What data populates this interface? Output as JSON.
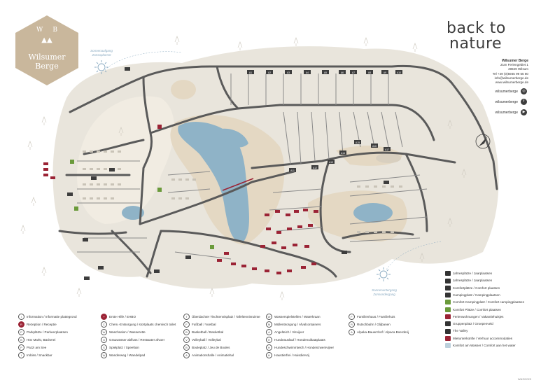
{
  "brand": {
    "line1": "back to",
    "line2": "nature"
  },
  "logo": {
    "initial_w": "W",
    "initial_b": "B",
    "name_line1": "Wilsumer",
    "name_line2": "Berge"
  },
  "contact": {
    "name": "Wilsumer Berge",
    "street": "Zum Feriengebiet 1",
    "city": "49849 Wilsum",
    "phone": "Tel +49 (0)5945 99 55 80",
    "email": "info@wilsumerberge.de",
    "web": "www.wilsumerberge.de"
  },
  "social": [
    {
      "label": "wilsumerberge",
      "icon": "instagram-icon"
    },
    {
      "label": "wilsumerberge",
      "icon": "facebook-icon"
    },
    {
      "label": "wilsumerberge",
      "icon": "youtube-icon"
    }
  ],
  "sun_labels": [
    {
      "line1": "Sonnenaufgang",
      "line2": "Zonsopkomst"
    },
    {
      "line1": "Sonnenuntergang",
      "line2": "Zonsondergang"
    }
  ],
  "legend_columns": [
    [
      {
        "icon": "i",
        "style": "",
        "label": "Information / Informatie plattegrond"
      },
      {
        "icon": "R",
        "style": "red",
        "label": "Rezeption / Receptie"
      },
      {
        "icon": "P",
        "style": "",
        "label": "Parkplätze / Parkeerplaatsen"
      },
      {
        "icon": "B",
        "style": "",
        "label": "Höv Markt, Bäckerei"
      },
      {
        "icon": "P",
        "style": "",
        "label": "Pazzi am See"
      },
      {
        "icon": "I",
        "style": "",
        "label": "Imbiss / Snackbar"
      }
    ],
    [
      {
        "icon": "+",
        "style": "red",
        "label": "Erste Hilfe / EHBO"
      },
      {
        "icon": "C",
        "style": "",
        "label": "Chem.-Entsorgung / stortplaats chemisch toilet"
      },
      {
        "icon": "W",
        "style": "",
        "label": "Waschsalon / Wasserette"
      },
      {
        "icon": "G",
        "style": "",
        "label": "Grauwasser abfluss / Restwater afvoer"
      },
      {
        "icon": "S",
        "style": "",
        "label": "Spielplatz / Speeltuin"
      },
      {
        "icon": "W",
        "style": "",
        "label": "Wanderweg / Wandelpad"
      }
    ],
    [
      {
        "icon": "T",
        "style": "",
        "label": "Überdachter Tischtennisplatz / Tafeltennisruimte"
      },
      {
        "icon": "F",
        "style": "",
        "label": "Fußball / Voetbal"
      },
      {
        "icon": "B",
        "style": "",
        "label": "Basketball / Basketbal"
      },
      {
        "icon": "V",
        "style": "",
        "label": "Volleyball / Volleybal"
      },
      {
        "icon": "B",
        "style": "",
        "label": "Bouleplatz / Jeu de Boules"
      },
      {
        "icon": "A",
        "style": "",
        "label": "Animationshalle / Animatiehal"
      }
    ],
    [
      {
        "icon": "W",
        "style": "",
        "label": "Wasserspielstellen / Waterkraan"
      },
      {
        "icon": "M",
        "style": "",
        "label": "Müllentsorgung / Afvalcontainers"
      },
      {
        "icon": "A",
        "style": "",
        "label": "Angelteich / Visvijver"
      },
      {
        "icon": "H",
        "style": "",
        "label": "Hundeauslauf / Hondenuitlaatplaats"
      },
      {
        "icon": "H",
        "style": "",
        "label": "Hundeschwimmteich / Hondenzwemvijver"
      },
      {
        "icon": "H",
        "style": "",
        "label": "Haustierfrei / Huisdiervrij"
      }
    ],
    [
      {
        "icon": "F",
        "style": "",
        "label": "Familienhaus / Familiehuis"
      },
      {
        "icon": "R",
        "style": "",
        "label": "Rutschbahn / Glijbanen"
      },
      {
        "icon": "A",
        "style": "",
        "label": "Alpaka-Bauernhof / Alpaca Boerderij"
      }
    ]
  ],
  "right_legend": [
    {
      "color": "#333333",
      "label": "Jahresplätze / Jaarplaatsen"
    },
    {
      "color": "#333333",
      "label": "Jahresplätze / Jaarplaatsen"
    },
    {
      "color": "#333333",
      "label": "Komfortplätze / Comfort plaatsen"
    },
    {
      "color": "#333333",
      "label": "Campingplatz / Campingplaatsen"
    },
    {
      "color": "#6a9a3a",
      "label": "Comfort-Campingplatz / Comfort campingplaatsen"
    },
    {
      "color": "#6a9a3a",
      "label": "Komfort Plätze / Comfort plaatsen"
    },
    {
      "color": "#9b2335",
      "label": "Ferienwohnungen / Vakantiehuisjes"
    },
    {
      "color": "#333333",
      "label": "Gruppenplatz / Groepenveld"
    },
    {
      "color": "#333333",
      "label": "The Valley"
    },
    {
      "color": "#9b2335",
      "label": "Mietunterkünfte / Verhuur accommodaties"
    },
    {
      "color": "#bcd0dc",
      "label": "Komfort am Wasser / Comfort aan het water"
    }
  ],
  "area_codes": [
    "A1",
    "A2",
    "A3",
    "A4",
    "A5",
    "A6",
    "A7",
    "A8",
    "A9",
    "A10",
    "A11",
    "A12",
    "A13",
    "A14",
    "A15",
    "A16",
    "A17"
  ],
  "reference": "W&S/2023",
  "colors": {
    "lake": "#8fb3c7",
    "sand": "#e7dccb",
    "road": "#5a5a5a",
    "red_plots": "#9b2335",
    "green": "#6a9a3a",
    "dark": "#3d3d3d",
    "logo": "#c9b79c"
  }
}
